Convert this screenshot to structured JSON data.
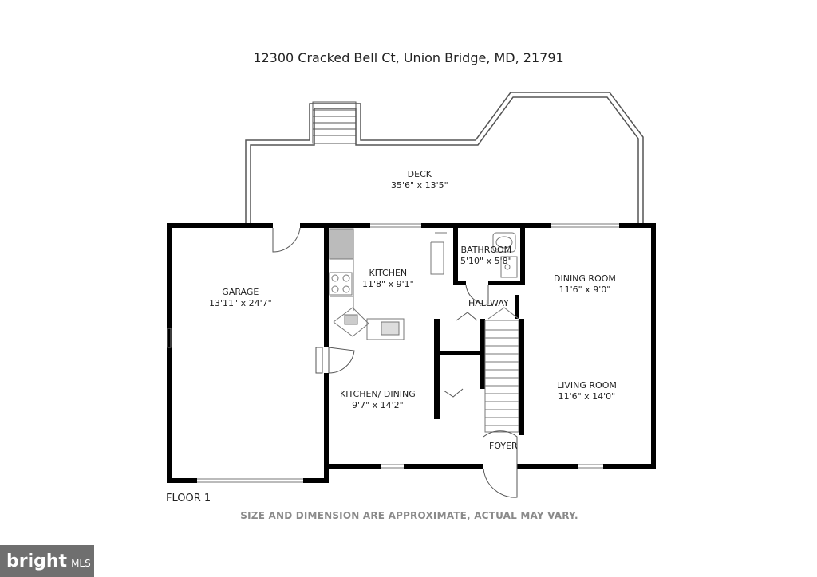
{
  "address": "12300 Cracked Bell Ct, Union Bridge, MD, 21791",
  "rooms": [
    {
      "name": "DECK",
      "dims": "35'6\" x 13'5\""
    },
    {
      "name": "GARAGE",
      "dims": "13'11\" x 24'7\""
    },
    {
      "name": "KITCHEN",
      "dims": "11'8\" x 9'1\""
    },
    {
      "name": "BATHROOM",
      "dims": "5'10\" x 5'8\""
    },
    {
      "name": "DINING ROOM",
      "dims": "11'6\" x 9'0\""
    },
    {
      "name": "HALLWAY",
      "dims": ""
    },
    {
      "name": "LIVING ROOM",
      "dims": "11'6\" x 14'0\""
    },
    {
      "name": "KITCHEN/ DINING",
      "dims": "9'7\" x 14'2\""
    },
    {
      "name": "FOYER",
      "dims": ""
    }
  ],
  "floor_label": "FLOOR 1",
  "disclaimer": "SIZE AND DIMENSION ARE APPROXIMATE, ACTUAL MAY VARY.",
  "logo": {
    "brand": "bright",
    "suffix": "MLS"
  },
  "colors": {
    "wall": "#000000",
    "text": "#222222",
    "disclaimer": "#8a8a8a",
    "logo_bg": "#6f6f6f"
  }
}
